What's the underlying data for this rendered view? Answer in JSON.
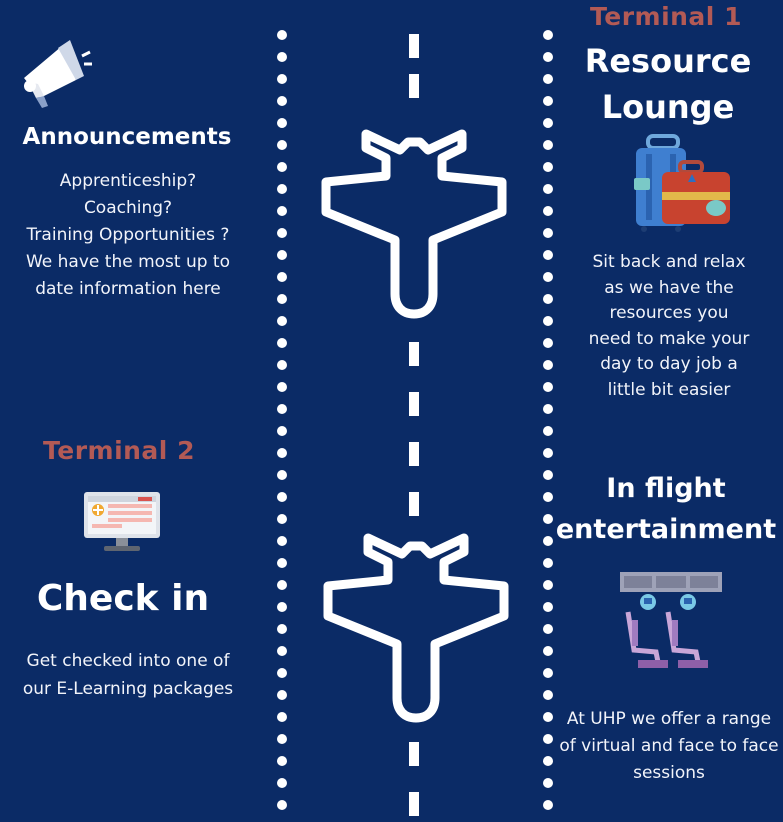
{
  "terminal1": {
    "label": "Terminal 1",
    "title_line1": "Resource",
    "title_line2": "Lounge",
    "lines": [
      "Sit back and relax",
      "as we have the",
      "resources you",
      "need to make your",
      "day to day job a",
      "little bit easier"
    ]
  },
  "announcements": {
    "title": "Announcements",
    "lines": [
      "Apprenticeship?",
      "Coaching?",
      "Training Opportunities ?",
      "We have the most up to",
      "date information here"
    ]
  },
  "terminal2": {
    "label": "Terminal 2",
    "title": "Check in",
    "lines": [
      "Get checked into one of",
      "our E-Learning packages"
    ]
  },
  "inflight": {
    "title_line1": "In flight",
    "title_line2": "entertainment",
    "lines": [
      "At UHP we offer a range",
      "of virtual and face to face",
      "sessions"
    ]
  },
  "colors": {
    "background": "#0b2b66",
    "terminal_label": "#b35a55",
    "text": "#ffffff"
  },
  "icons": {
    "announcements": "megaphone-icon",
    "lounge": "luggage-icon",
    "checkin": "monitor-icon",
    "inflight": "airplane-seats-icon",
    "plane": "airplane-icon"
  }
}
